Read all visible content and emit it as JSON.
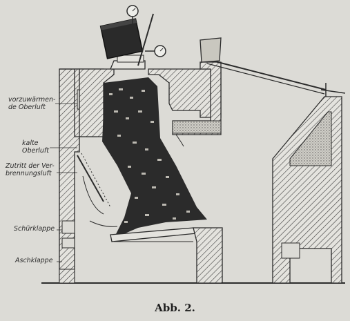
{
  "labels": {
    "preheated_top_air_1": "vorzuwärmen-",
    "preheated_top_air_2": "de Oberluft",
    "cold_top_air_1": "kalte",
    "cold_top_air_2": "Oberluft",
    "combustion_air_1": "Zutritt der Ver-",
    "combustion_air_2": "brennungsluft",
    "stoke_flap": "Schürklappe",
    "ash_flap": "Aschklappe"
  },
  "caption": "Abb. 2.",
  "colors": {
    "paper": "#dcdbd6",
    "ink": "#2b2b2b",
    "masonry_hatch": "#3a3a3a",
    "coal": "#1f1f1f"
  }
}
